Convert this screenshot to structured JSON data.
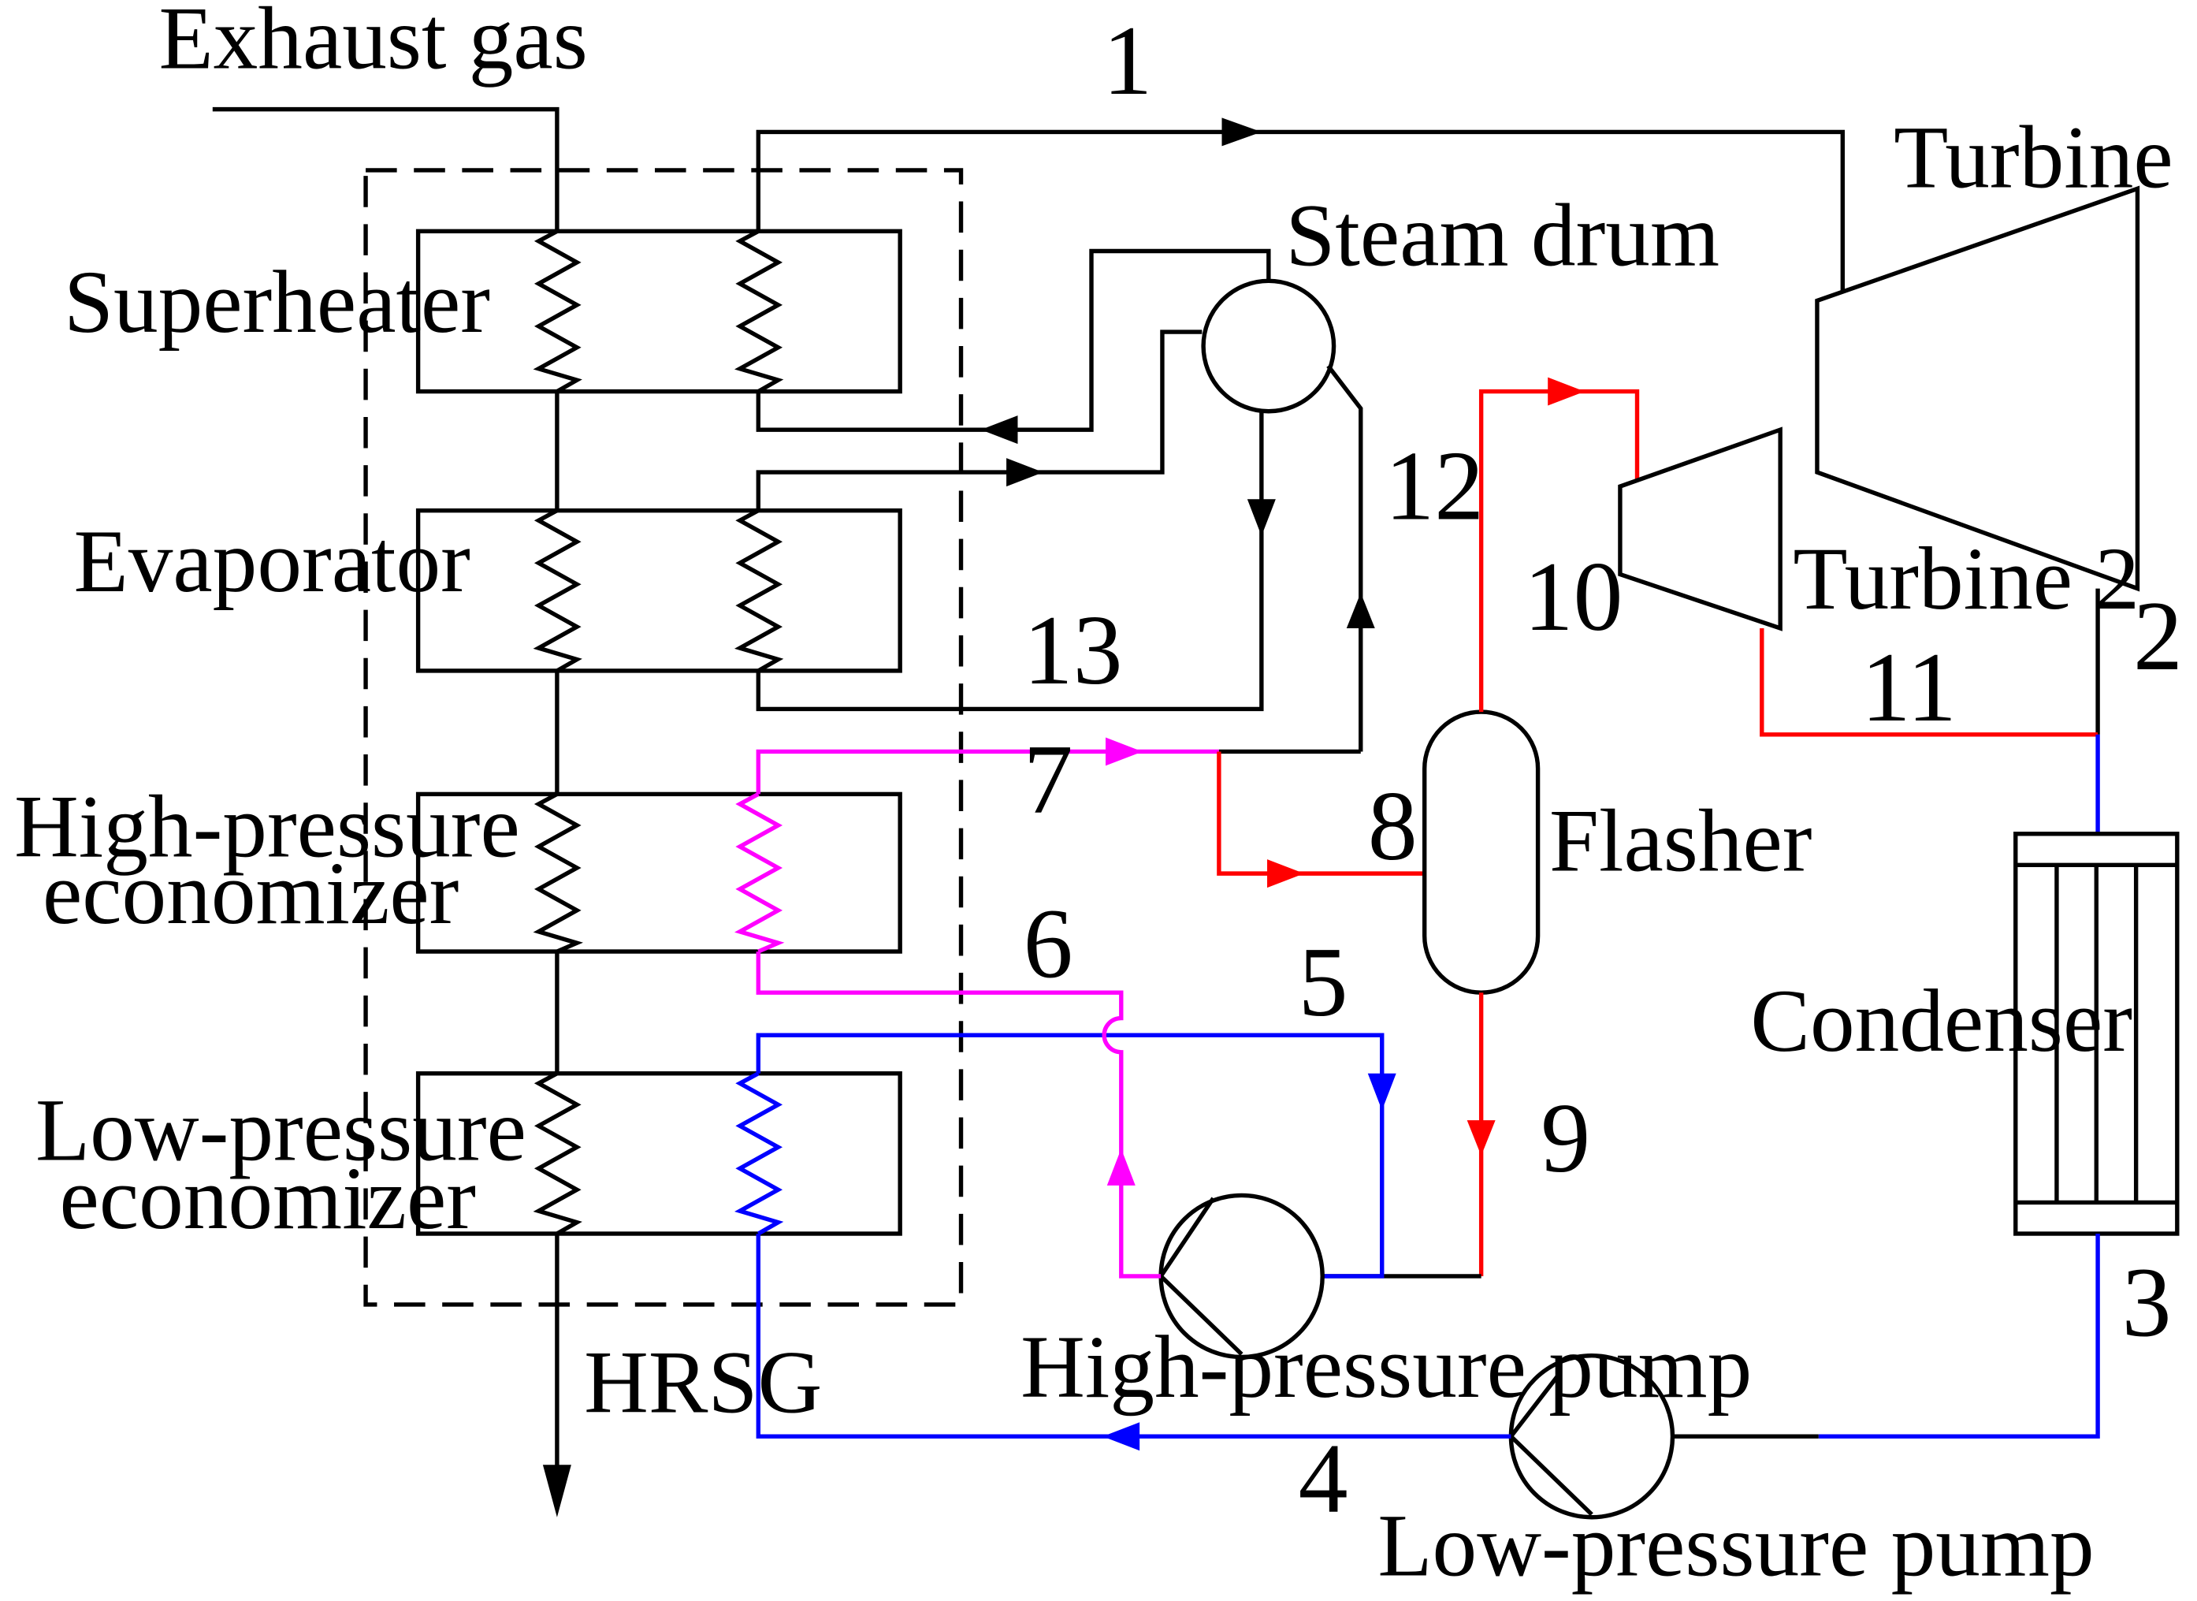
{
  "labels": {
    "exhaust_gas": "Exhaust gas",
    "superheater": "Superheater",
    "evaporator": "Evaporator",
    "hp_economizer_line1": "High-pressure",
    "hp_economizer_line2": "economizer",
    "lp_economizer_line1": "Low-pressure",
    "lp_economizer_line2": "economizer",
    "hrsg": "HRSG",
    "steam_drum": "Steam drum",
    "turbine_1": "Turbine 1",
    "turbine_2": "Turbine 2",
    "flasher": "Flasher",
    "condenser": "Condenser",
    "high_pressure_pump": "High-pressure pump",
    "low_pressure_pump": "Low-pressure pump"
  },
  "state_points": {
    "s1": "1",
    "s2": "2",
    "s3": "3",
    "s4": "4",
    "s5": "5",
    "s6": "6",
    "s7": "7",
    "s8": "8",
    "s9": "9",
    "s10": "10",
    "s11": "11",
    "s12": "12",
    "s13": "13"
  },
  "colors": {
    "line": "#000000",
    "water_low_pressure": "#0000ff",
    "flash_stream": "#ff0000",
    "high_pressure_water": "#ff00ff"
  }
}
